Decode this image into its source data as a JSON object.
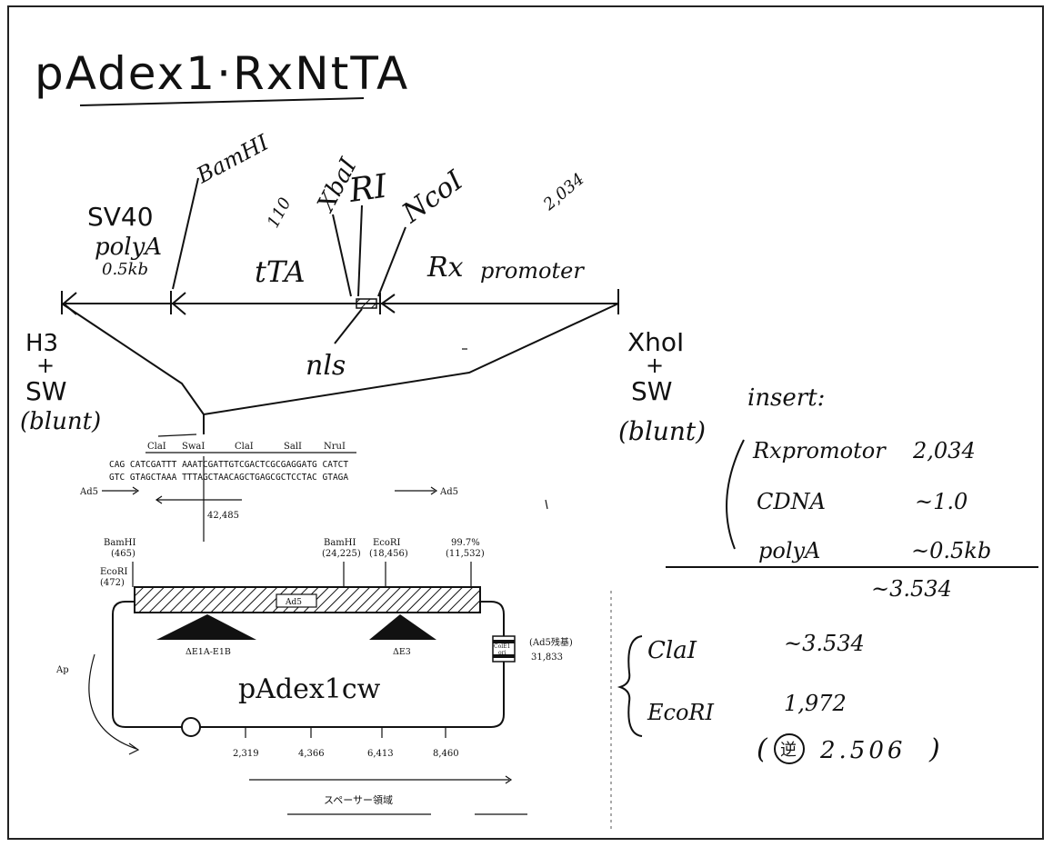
{
  "title": "pAdex1·RxNtTA",
  "insert_map": {
    "sites": {
      "bamhi": "BamHI",
      "xbai": "XbaI",
      "ri": "RI",
      "ncoi": "NcoI"
    },
    "numbers": {
      "n110": "110",
      "n2034": "2,034"
    },
    "segments": {
      "sv40": "SV40",
      "polya": "polyA",
      "size": "0.5kb",
      "tta": "tTA",
      "rx": "Rx",
      "promoter": "promoter",
      "nls": "nls"
    },
    "ends": {
      "left_h3": "H3",
      "left_plus": "+",
      "left_sw": "SW",
      "left_blunt": "(blunt)",
      "right_xhoi": "XhoI",
      "right_plus": "+",
      "right_sw": "SW",
      "right_blunt": "(blunt)"
    }
  },
  "vector_map": {
    "mcs_sites": [
      "ClaI",
      "SwaI",
      "ClaI",
      "SalI",
      "NruI"
    ],
    "seq_top": "CAG CATCGATTT AAATCGATTGTCGACTCGCGAGGATG CATCT",
    "seq_bottom": "GTC GTAGCTAAA TTTAGCTAACAGCTGAGCGCTCCTAC GTAGA",
    "ad5_left": "Ad5",
    "ad5_right": "Ad5",
    "pos_mcs": "42,485",
    "bamhi_left": "BamHI",
    "bamhi_left_pos": "(465)",
    "bamhi_mid": "BamHI",
    "bamhi_mid_pos": "(24,225)",
    "ecori_mid": "EcoRI",
    "ecori_mid_pos": "(18,456)",
    "pct": "99.7%",
    "pct_pos": "(11,532)",
    "ecori_left": "EcoRI",
    "ecori_left_pos": "(472)",
    "ad5_box": "Ad5",
    "delta_e1": "ΔE1A-E1B",
    "delta_e3": "ΔE3",
    "cos_box_top": "ColE1",
    "cos_box_bottom": "ori",
    "copy_note": "(Ad5残基)",
    "copy_pos": "31,833",
    "name": "pAdex1cw",
    "amp": "Ap",
    "ticks": [
      "2,319",
      "4,366",
      "6,413",
      "8,460"
    ],
    "spacer": "スペーサー領域"
  },
  "insert_table": {
    "heading": "insert:",
    "rows": [
      {
        "name": "Rxpromotor",
        "value": "2,034"
      },
      {
        "name": "CDNA",
        "value": "~1.0"
      },
      {
        "name": "polyA",
        "value": "~0.5kb"
      }
    ],
    "total": "~3.534"
  },
  "digests": {
    "rows": [
      {
        "enzyme": "ClaI",
        "value": "~3.534"
      },
      {
        "enzyme": "EcoRI",
        "value": "1,972"
      }
    ],
    "reverse_mark": "逆",
    "reverse_value": "2.506"
  }
}
